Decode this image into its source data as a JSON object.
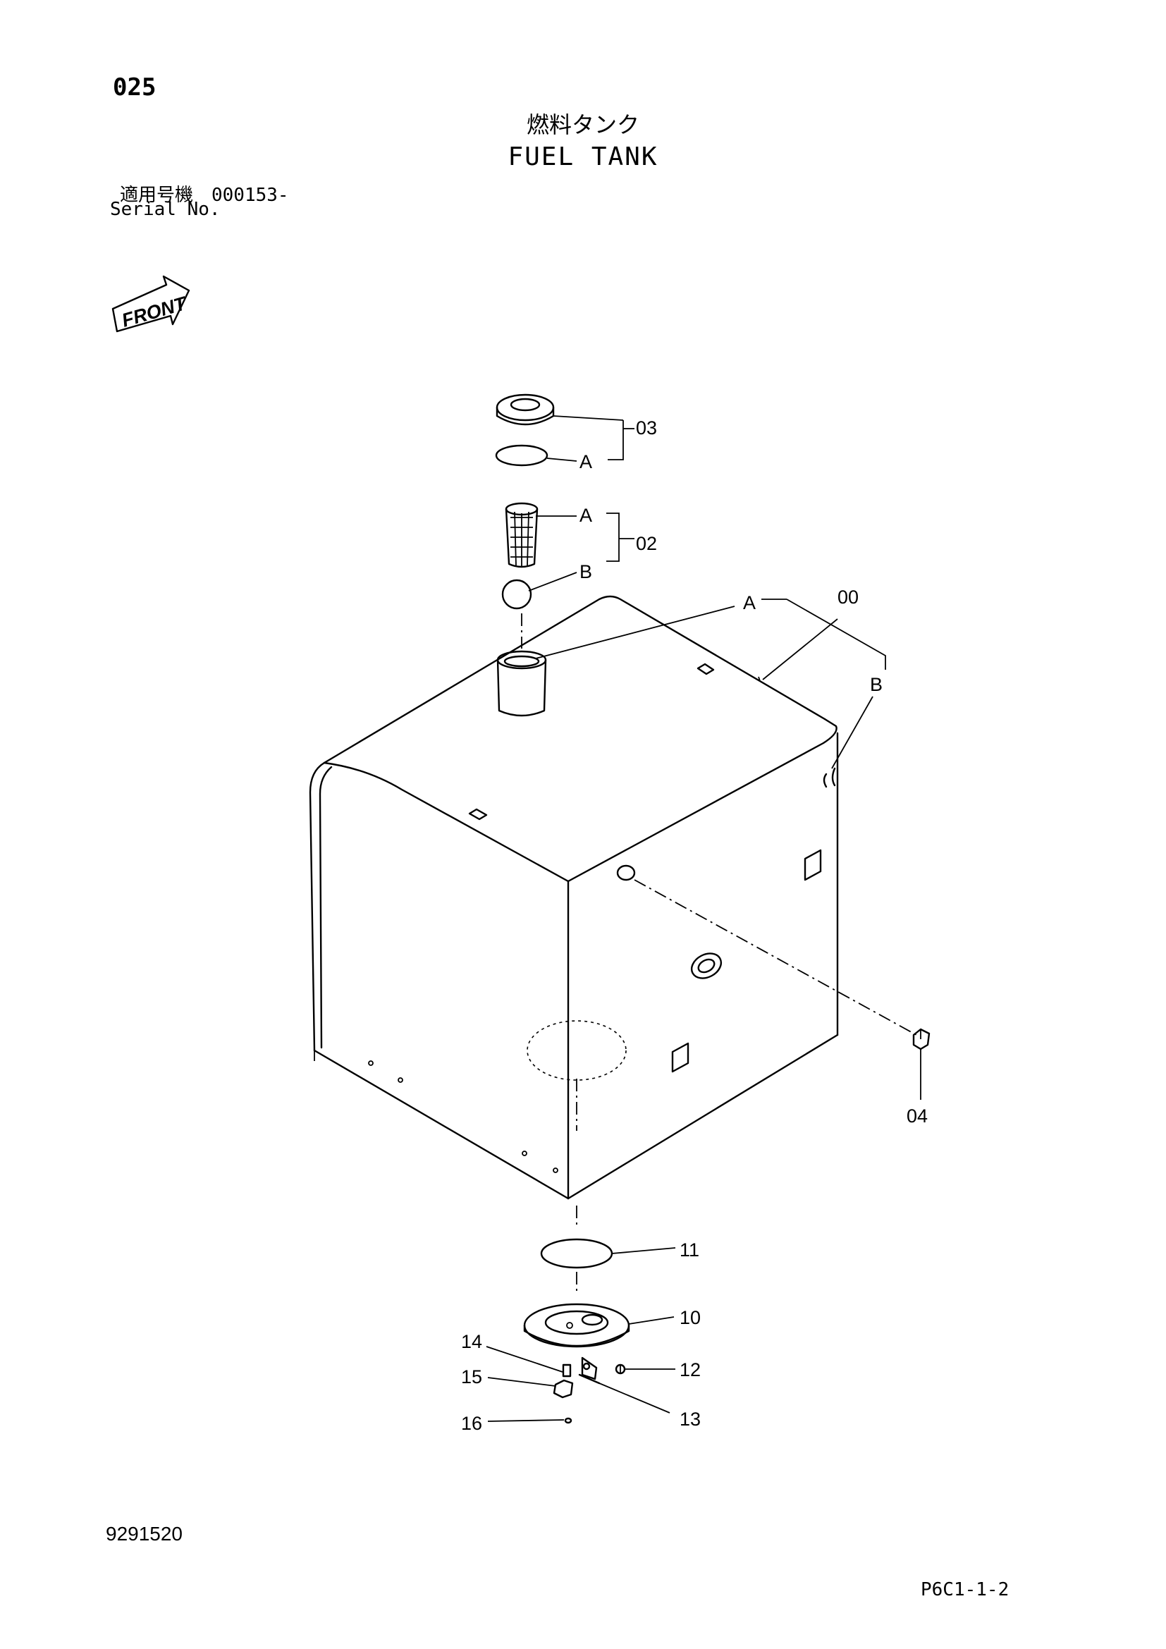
{
  "header": {
    "page_number": "025",
    "title_jp": "燃料タンク",
    "title_en": "FUEL TANK",
    "serial_jp": "適用号機　000153-",
    "serial_en": "Serial No."
  },
  "front_indicator": "FRONT",
  "callouts": {
    "c00": "00",
    "c02": "02",
    "c03": "03",
    "c04": "04",
    "c10": "10",
    "c11": "11",
    "c12": "12",
    "c13": "13",
    "c14": "14",
    "c15": "15",
    "c16": "16",
    "a1": "A",
    "a2": "A",
    "a3": "A",
    "b1": "B",
    "b2": "B"
  },
  "footer": {
    "figure_number": "9291520",
    "sheet_code": "P6C1-1-2"
  }
}
